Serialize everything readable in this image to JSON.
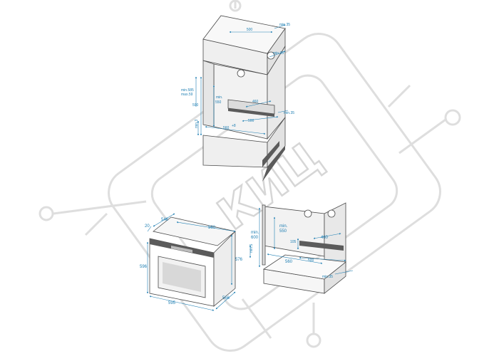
{
  "colors": {
    "dimension": "#1f7fb3",
    "outline": "#4a4a4a",
    "cabinet_fill": "#f0f0f0",
    "cabinet_dark": "#5b5b5b",
    "watermark": "#d6d6d6"
  },
  "watermark": {
    "text": "КИЦ"
  },
  "tall_cabinet": {
    "top_width": "500",
    "top_gap": "min.35",
    "right_gap": "min.35",
    "height_range": "min.585\nmax.59",
    "height_line1": "min.585",
    "height_line2": "max.59",
    "height": "590",
    "inner_min_line1": "min.",
    "inner_min_line2": "550",
    "shelf_depth": "460",
    "floor_gap": "min.35",
    "side_min": "min.3",
    "opening_width": "560",
    "opening_width_sup": "+8",
    "shelf_front": "500"
  },
  "oven": {
    "depth": "546",
    "front_offset": "20",
    "body_width": "560",
    "height": "596",
    "body_height": "576",
    "width": "595",
    "body_depth": "566"
  },
  "under_counter": {
    "min_height_line1": "min.",
    "min_height_line2": "600",
    "inner_min_line1": "min.",
    "inner_min_line2": "550",
    "shelf_depth": "460",
    "rail": "105",
    "side_gap": "min.5",
    "opening_width": "560",
    "shelf_front": "500",
    "right_gap": "min.35"
  }
}
